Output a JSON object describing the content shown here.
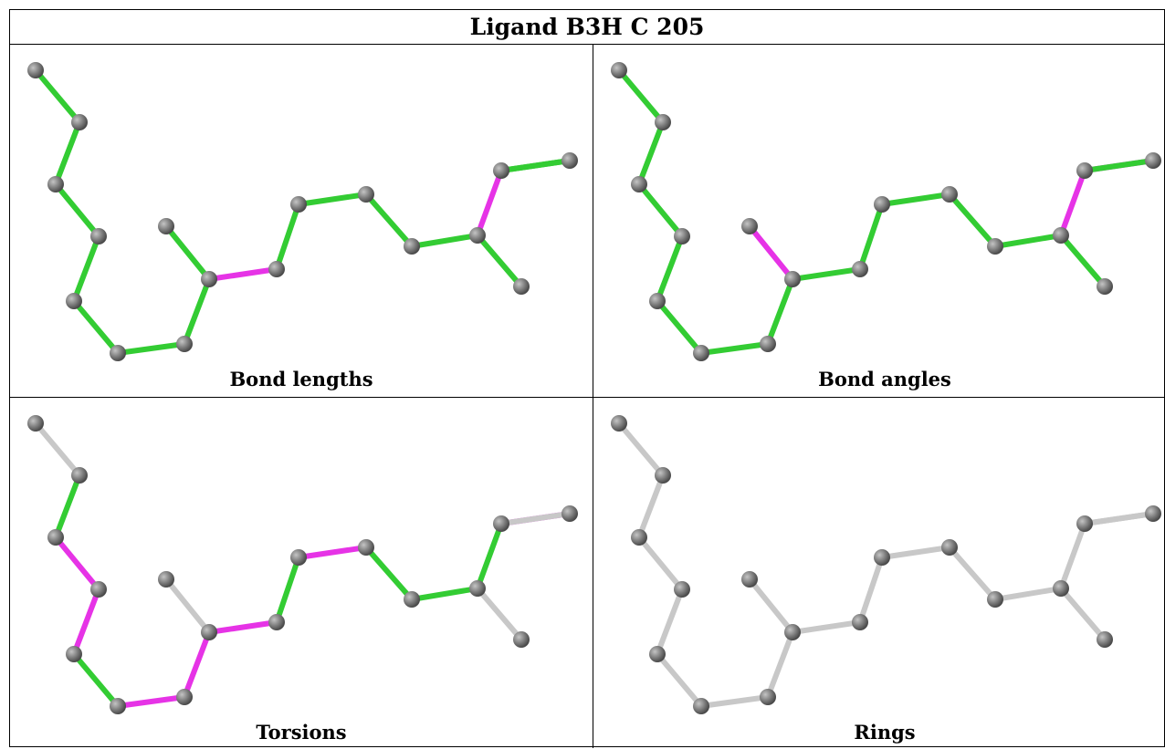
{
  "title": "Ligand B3H C 205",
  "colors": {
    "outlier": "#e633e6",
    "ok": "#33cc33",
    "neutral": "#c8c8c8",
    "atom": "#7a7a7a"
  },
  "panels": [
    {
      "id": "bond-lengths",
      "caption": "Bond lengths",
      "bonds": [
        "ok",
        "ok",
        "ok",
        "ok",
        "ok",
        "ok",
        "ok",
        "ok",
        "outlier",
        "ok",
        "ok",
        "ok",
        "ok",
        "outlier",
        "ok",
        "ok",
        "ok"
      ]
    },
    {
      "id": "bond-angles",
      "caption": "Bond angles",
      "bonds": [
        "ok",
        "ok",
        "ok",
        "ok",
        "ok",
        "ok",
        "ok",
        "outlier",
        "ok",
        "ok",
        "ok",
        "ok",
        "ok",
        "outlier",
        "outlier",
        "ok",
        "ok"
      ]
    },
    {
      "id": "torsions",
      "caption": "Torsions",
      "bonds": [
        "neutral",
        "ok",
        "outlier",
        "outlier",
        "ok",
        "outlier",
        "outlier",
        "neutral",
        "outlier",
        "ok",
        "outlier",
        "ok",
        "ok",
        "ok",
        "outlier",
        "neutral",
        "neutral"
      ]
    },
    {
      "id": "rings",
      "caption": "Rings",
      "bonds": [
        "neutral",
        "neutral",
        "neutral",
        "neutral",
        "neutral",
        "neutral",
        "neutral",
        "neutral",
        "neutral",
        "neutral",
        "neutral",
        "neutral",
        "neutral",
        "neutral",
        "neutral",
        "neutral",
        "neutral"
      ]
    }
  ]
}
